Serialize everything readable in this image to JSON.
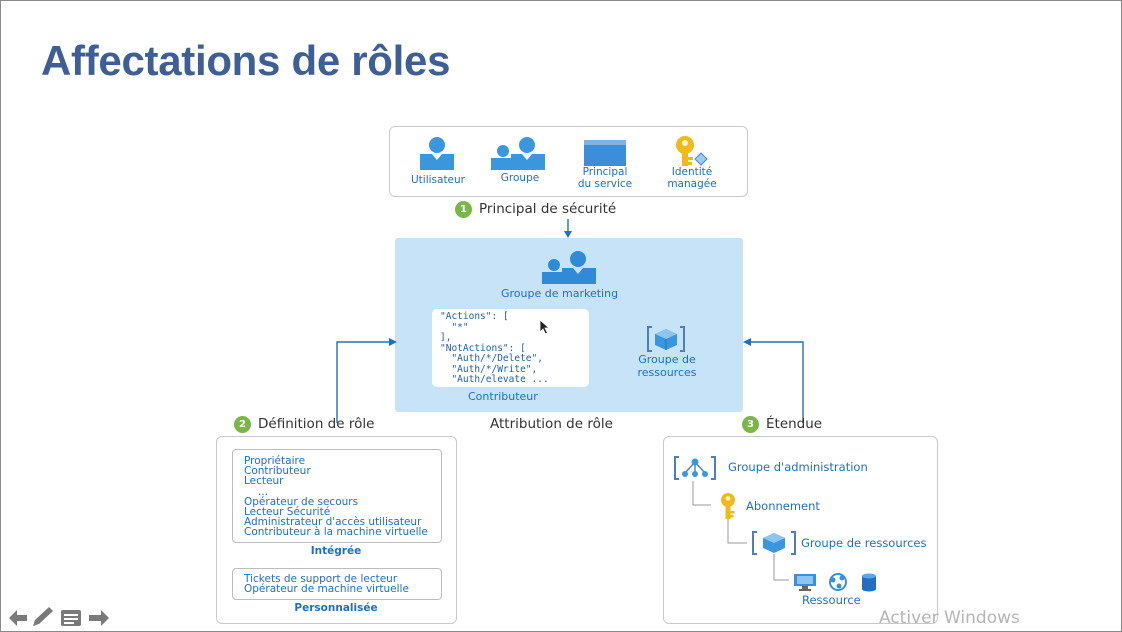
{
  "slide": {
    "title": "Affectations de rôles"
  },
  "principals": {
    "items": [
      {
        "label_1": "Utilisateur",
        "label_2": "",
        "icon": "user-icon"
      },
      {
        "label_1": "Groupe",
        "label_2": "",
        "icon": "group-icon"
      },
      {
        "label_1": "Principal",
        "label_2": "du service",
        "icon": "service-principal-icon"
      },
      {
        "label_1": "Identité",
        "label_2": "managée",
        "icon": "key-icon"
      }
    ]
  },
  "steps": {
    "step1": {
      "num": "1",
      "label": "Principal de sécurité"
    },
    "step2": {
      "num": "2",
      "label": "Définition de rôle"
    },
    "step3": {
      "num": "3",
      "label": "Étendue"
    }
  },
  "center": {
    "group_label": "Groupe de marketing",
    "code_text": "\"Actions\": [\n  \"*\"\n],\n\"NotActions\": [\n  \"Auth/*/Delete\",\n  \"Auth/*/Write\",\n  \"Auth/elevate ...",
    "code_caption": "Contributeur",
    "rg_label_1": "Groupe de",
    "rg_label_2": "ressources",
    "assignment_label": "Attribution de rôle"
  },
  "roles": {
    "builtin": [
      "Propriétaire",
      "Contributeur",
      "Lecteur",
      "...",
      "Opérateur de secours",
      "Lecteur Sécurité",
      "Administrateur d'accès utilisateur",
      "Contributeur à la machine virtuelle"
    ],
    "builtin_caption": "Intégrée",
    "custom": [
      "Tickets de support de lecteur",
      "Opérateur de machine virtuelle"
    ],
    "custom_caption": "Personnalisée"
  },
  "scope": {
    "management_group": "Groupe d'administration",
    "subscription": "Abonnement",
    "resource_group": "Groupe de ressources",
    "resource": "Ressource"
  },
  "watermark": "Activer Windows",
  "colors": {
    "title": "#3d5f95",
    "accent_blue": "#1f6fc5",
    "step_green": "#7ab648",
    "light_blue_bg": "#c7e3f7",
    "key_yellow": "#f2b91a"
  }
}
